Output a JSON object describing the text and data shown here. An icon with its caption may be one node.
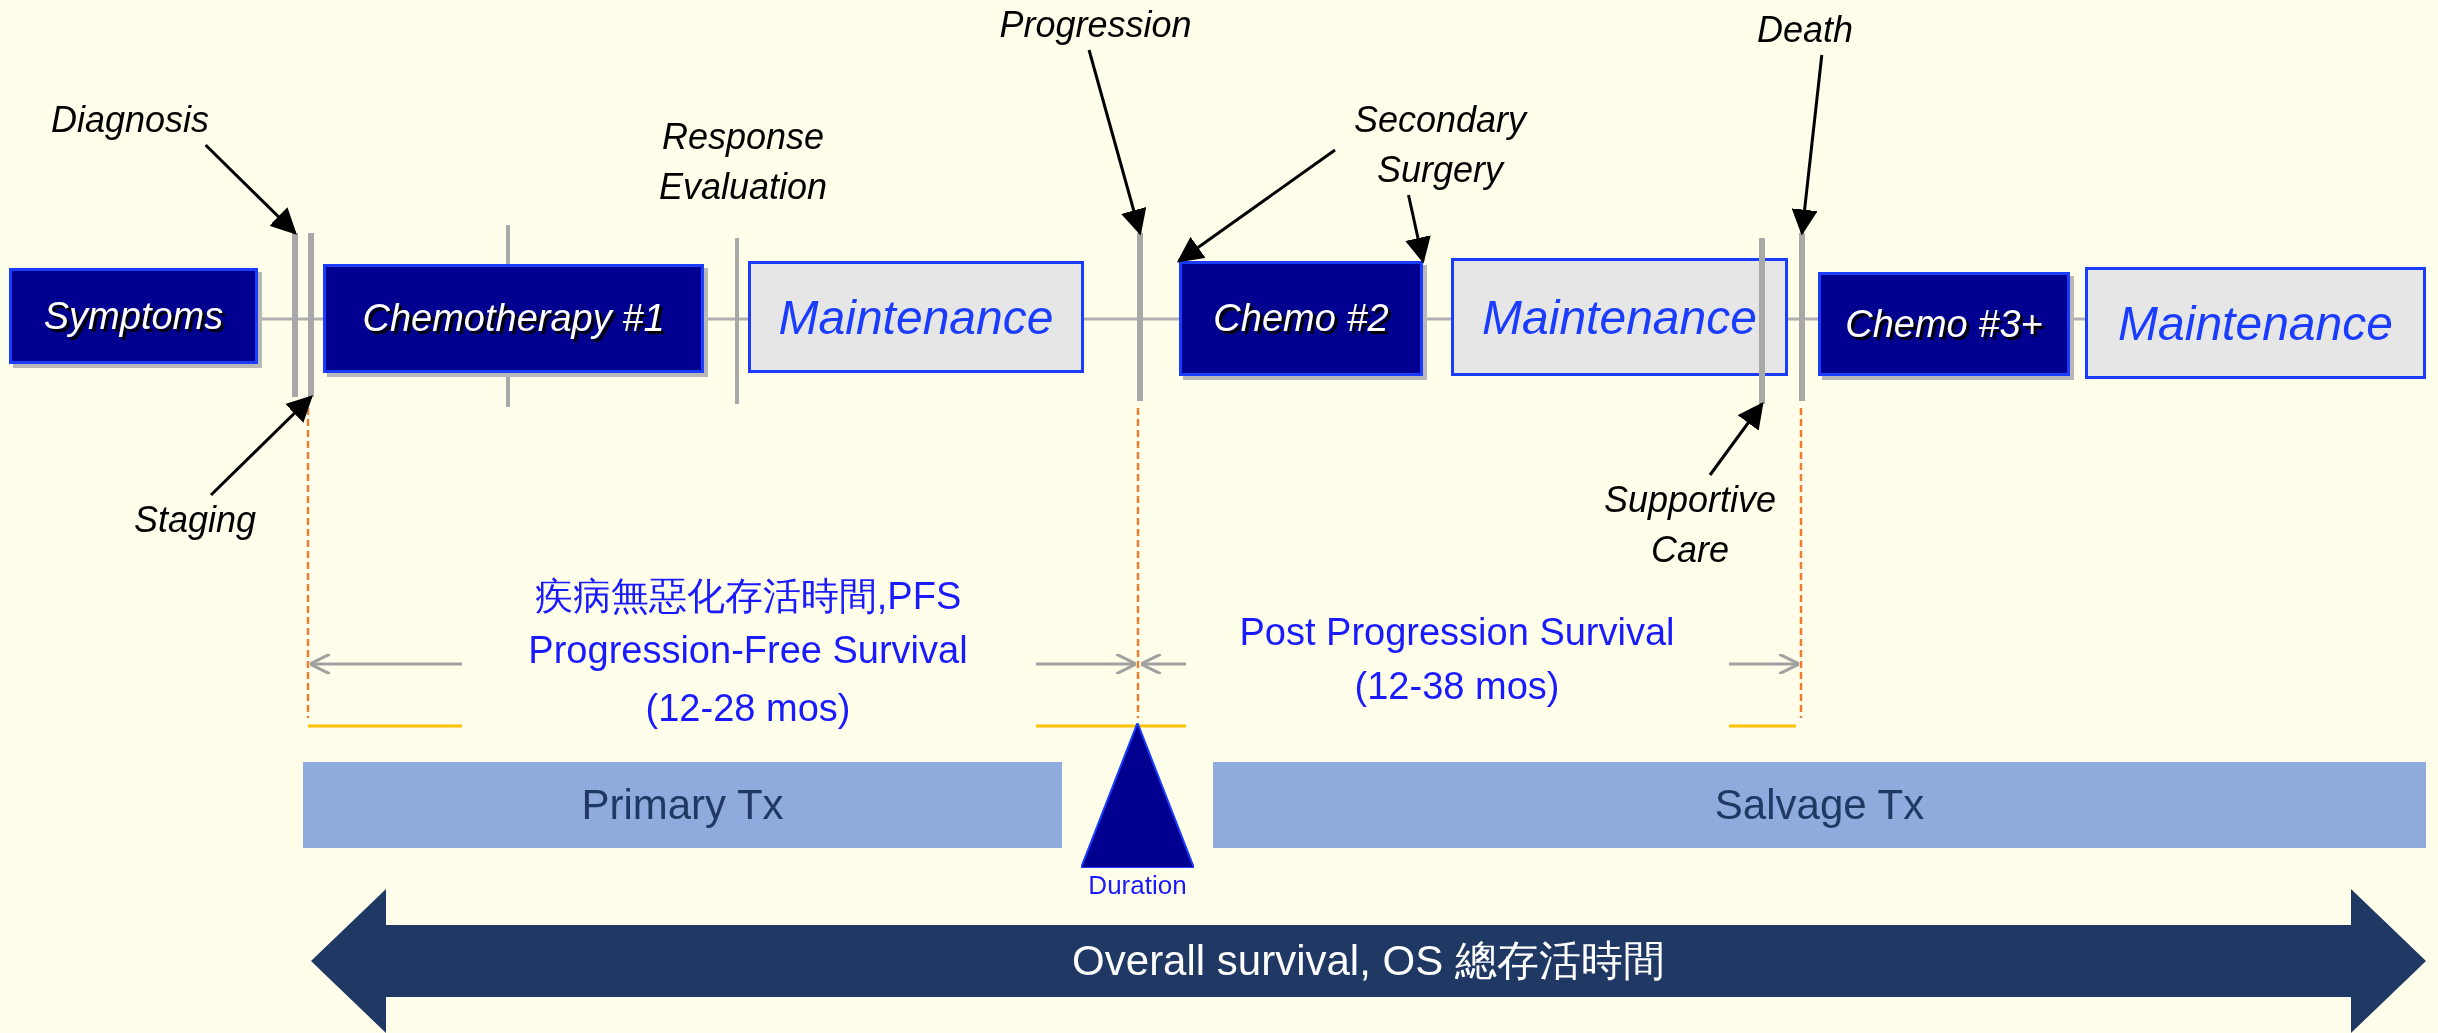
{
  "diagram": {
    "nodes": [
      {
        "text": [
          "Diagnosis"
        ]
      },
      {
        "text": [
          "Progression"
        ]
      },
      {
        "text": [
          "Secondary Surgery"
        ]
      },
      {
        "text": [
          "Death"
        ]
      },
      {
        "text": [
          "Symptoms"
        ]
      },
      {
        "text": [
          "Chemotherapy #1"
        ]
      },
      {
        "text": [
          "Maintenance"
        ]
      },
      {
        "text": [
          "Chemo #2"
        ]
      },
      {
        "text": [
          "Maintenance"
        ]
      },
      {
        "text": [
          "Chemo #3+"
        ]
      },
      {
        "text": [
          "Maintenance"
        ]
      },
      {
        "text": [
          "Staging"
        ]
      },
      {
        "text": [
          "Supportive Care"
        ]
      },
      {
        "text": [
          "Primary Tx"
        ]
      },
      {
        "text": [],
        "shape": "triangle",
        "beside": [
          "Duration"
        ]
      },
      {
        "text": [
          "Salvage Tx"
        ]
      },
      {
        "text": [
          "Overall survival, OS 總存活時間"
        ]
      },
      {
        "text": [],
        "shape": "bar"
      },
      {
        "text": [],
        "shape": "bar"
      },
      {
        "text": [],
        "shape": "bar"
      },
      {
        "text": [],
        "shape": "bar"
      },
      {
        "text": [],
        "shape": "bar"
      }
    ],
    "edges": [
      {
        "from": 0,
        "to": 17,
        "arrow": "to"
      },
      {
        "from": 1,
        "to": 19,
        "arrow": "to"
      },
      {
        "from": 2,
        "to": 7,
        "arrow": "to"
      },
      {
        "from": 2,
        "to": 7,
        "arrow": "to"
      },
      {
        "from": 3,
        "to": 21,
        "arrow": "to"
      },
      {
        "from": 11,
        "to": 18,
        "arrow": "to"
      },
      {
        "from": 12,
        "to": 20,
        "arrow": "to"
      }
    ],
    "labels": [
      "Response Evaluation",
      "疾病無惡化存活時間,PFS",
      "Progression-Free Survival",
      "(12-28 mos)",
      "Post Progression Survival",
      "(12-38 mos)"
    ]
  }
}
